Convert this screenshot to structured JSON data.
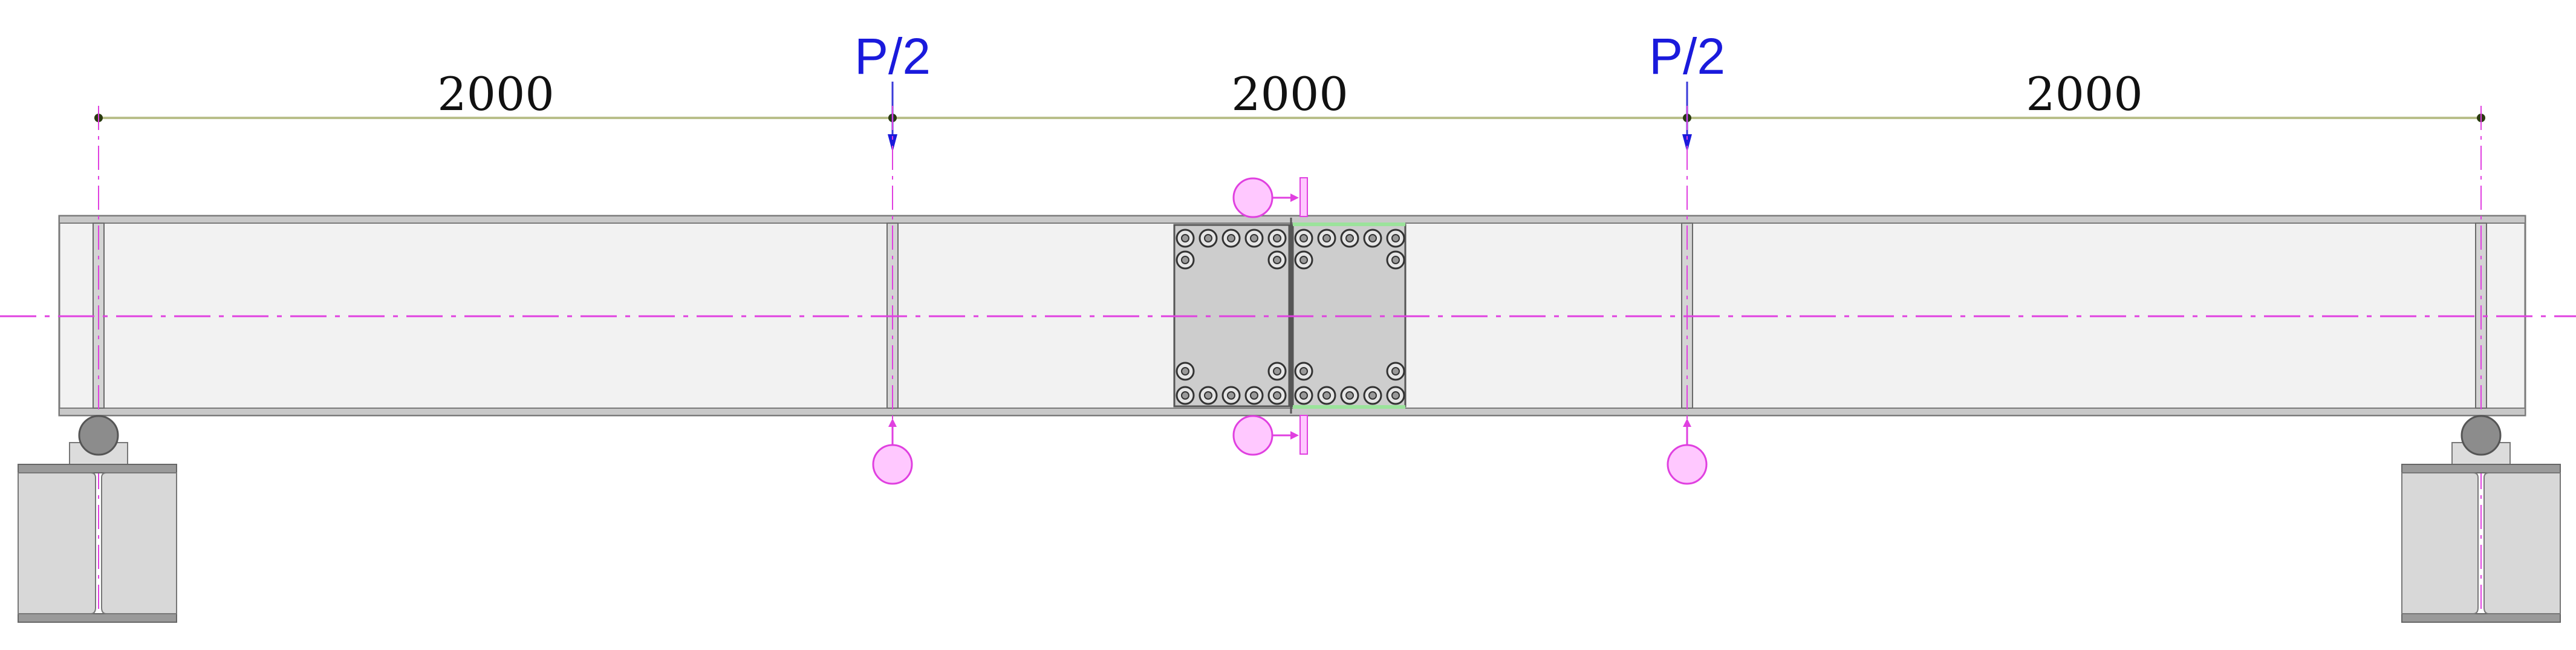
{
  "dimensions": {
    "span_1": "2000",
    "span_2": "2000",
    "span_3": "2000"
  },
  "loads": {
    "left": "P/2",
    "right": "P/2"
  },
  "colors": {
    "load_label": "#1a1adc",
    "centerline": "#e040e0",
    "gauge": "#ffc8ff",
    "beam_web": "#f2f2f2",
    "splice_plate": "#cdcdcd",
    "dimension_line": "#b9bf8a",
    "support_fill": "#d8d8d8",
    "highlight": "#9be39b"
  }
}
